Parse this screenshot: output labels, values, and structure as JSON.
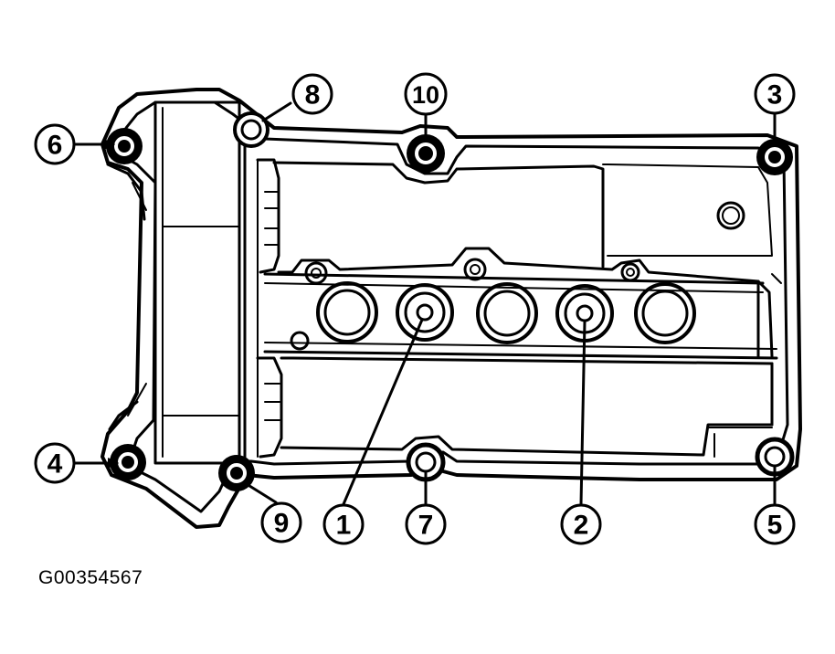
{
  "figure_id": "G00354567",
  "callouts": [
    {
      "label": "1"
    },
    {
      "label": "2"
    },
    {
      "label": "3"
    },
    {
      "label": "4"
    },
    {
      "label": "5"
    },
    {
      "label": "6"
    },
    {
      "label": "7"
    },
    {
      "label": "8"
    },
    {
      "label": "9"
    },
    {
      "label": "10"
    }
  ]
}
